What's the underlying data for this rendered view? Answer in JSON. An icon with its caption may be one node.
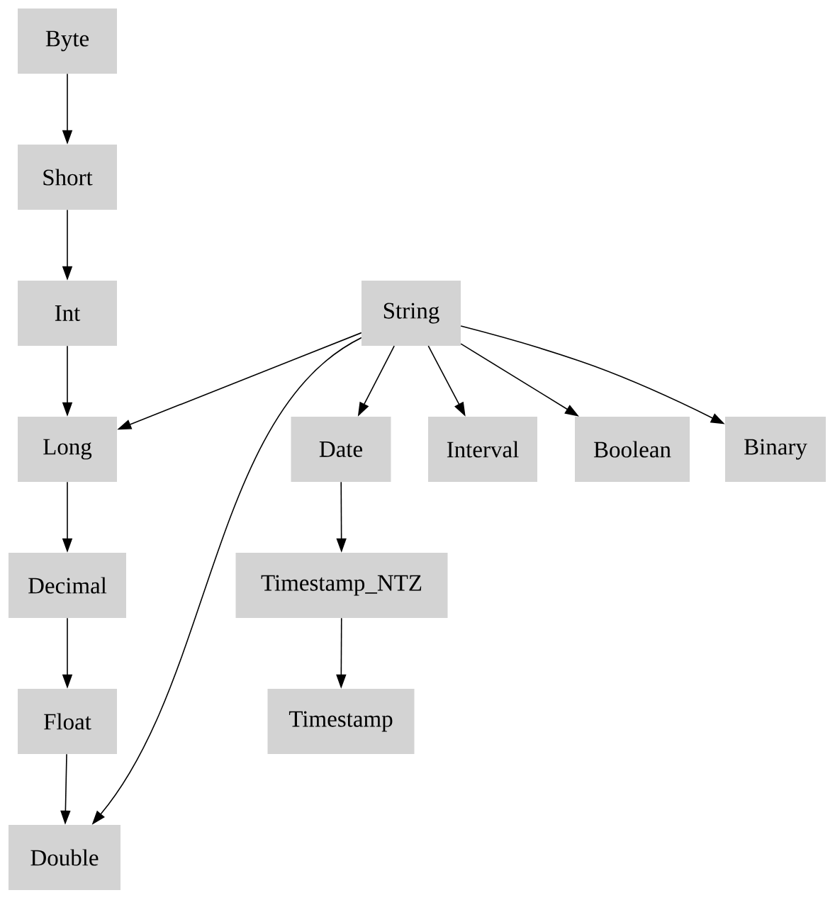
{
  "diagram": {
    "nodes": [
      {
        "text": [
          "Byte"
        ]
      },
      {
        "text": [
          "Short"
        ]
      },
      {
        "text": [
          "Int"
        ]
      },
      {
        "text": [
          "String"
        ]
      },
      {
        "text": [
          "Long"
        ]
      },
      {
        "text": [
          "Date"
        ]
      },
      {
        "text": [
          "Interval"
        ]
      },
      {
        "text": [
          "Boolean"
        ]
      },
      {
        "text": [
          "Binary"
        ]
      },
      {
        "text": [
          "Decimal"
        ]
      },
      {
        "text": [
          "Timestamp_NTZ"
        ]
      },
      {
        "text": [
          "Float"
        ]
      },
      {
        "text": [
          "Timestamp"
        ]
      },
      {
        "text": [
          "Double"
        ]
      }
    ],
    "edges": [
      {
        "from": 0,
        "to": 1,
        "arrow": "to"
      },
      {
        "from": 1,
        "to": 2,
        "arrow": "to"
      },
      {
        "from": 2,
        "to": 4,
        "arrow": "to"
      },
      {
        "from": 3,
        "to": 4,
        "arrow": "to"
      },
      {
        "from": 3,
        "to": 13,
        "arrow": "to"
      },
      {
        "from": 3,
        "to": 5,
        "arrow": "to"
      },
      {
        "from": 3,
        "to": 6,
        "arrow": "to"
      },
      {
        "from": 3,
        "to": 7,
        "arrow": "to"
      },
      {
        "from": 3,
        "to": 8,
        "arrow": "to"
      },
      {
        "from": 4,
        "to": 9,
        "arrow": "to"
      },
      {
        "from": 5,
        "to": 10,
        "arrow": "to"
      },
      {
        "from": 9,
        "to": 11,
        "arrow": "to"
      },
      {
        "from": 10,
        "to": 12,
        "arrow": "to"
      },
      {
        "from": 11,
        "to": 13,
        "arrow": "to"
      }
    ]
  }
}
